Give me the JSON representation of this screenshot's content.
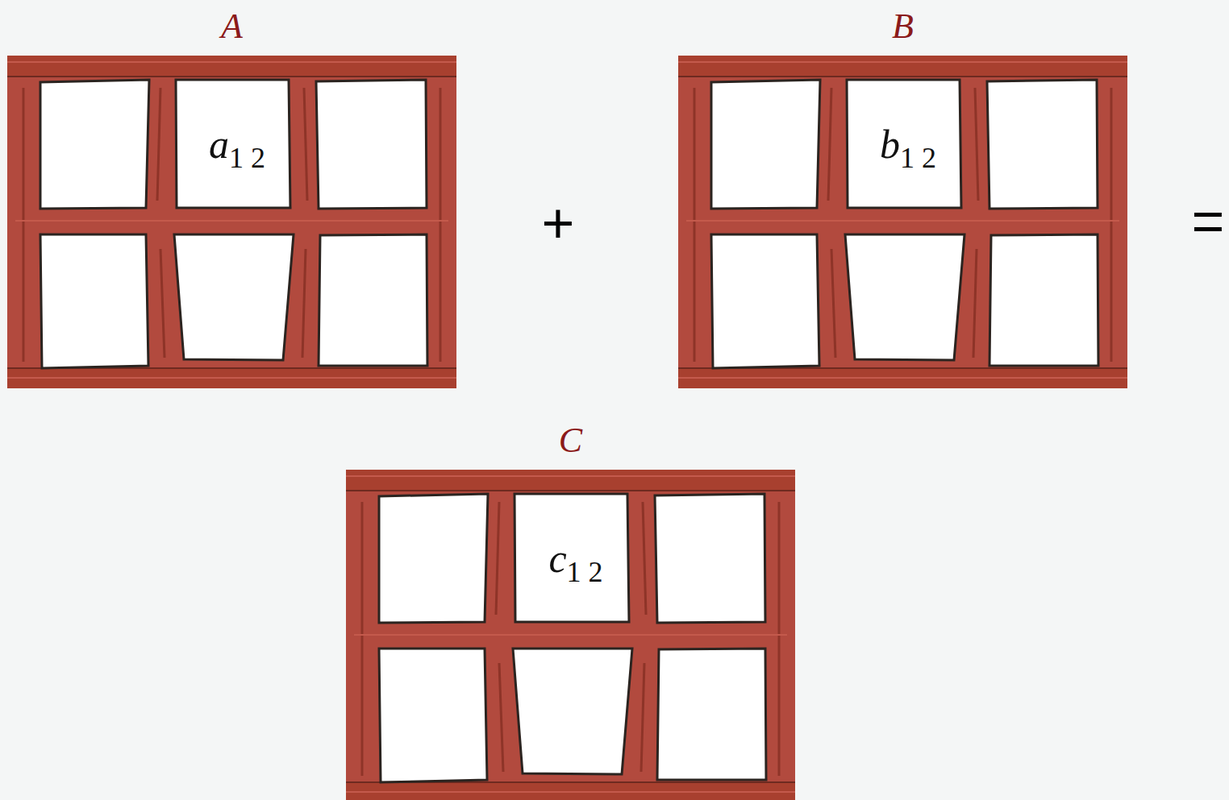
{
  "diagram": {
    "nodes": [
      {
        "text": [
          "A"
        ]
      },
      {
        "text": [
          "a",
          "1 2"
        ],
        "in": 0
      },
      {
        "text": [
          "B"
        ]
      },
      {
        "text": [
          "b",
          "1 2"
        ],
        "in": 2
      },
      {
        "text": [
          "C"
        ]
      },
      {
        "text": [
          "c",
          "1 2"
        ],
        "in": 4
      }
    ],
    "labels": [
      "+",
      "="
    ]
  }
}
